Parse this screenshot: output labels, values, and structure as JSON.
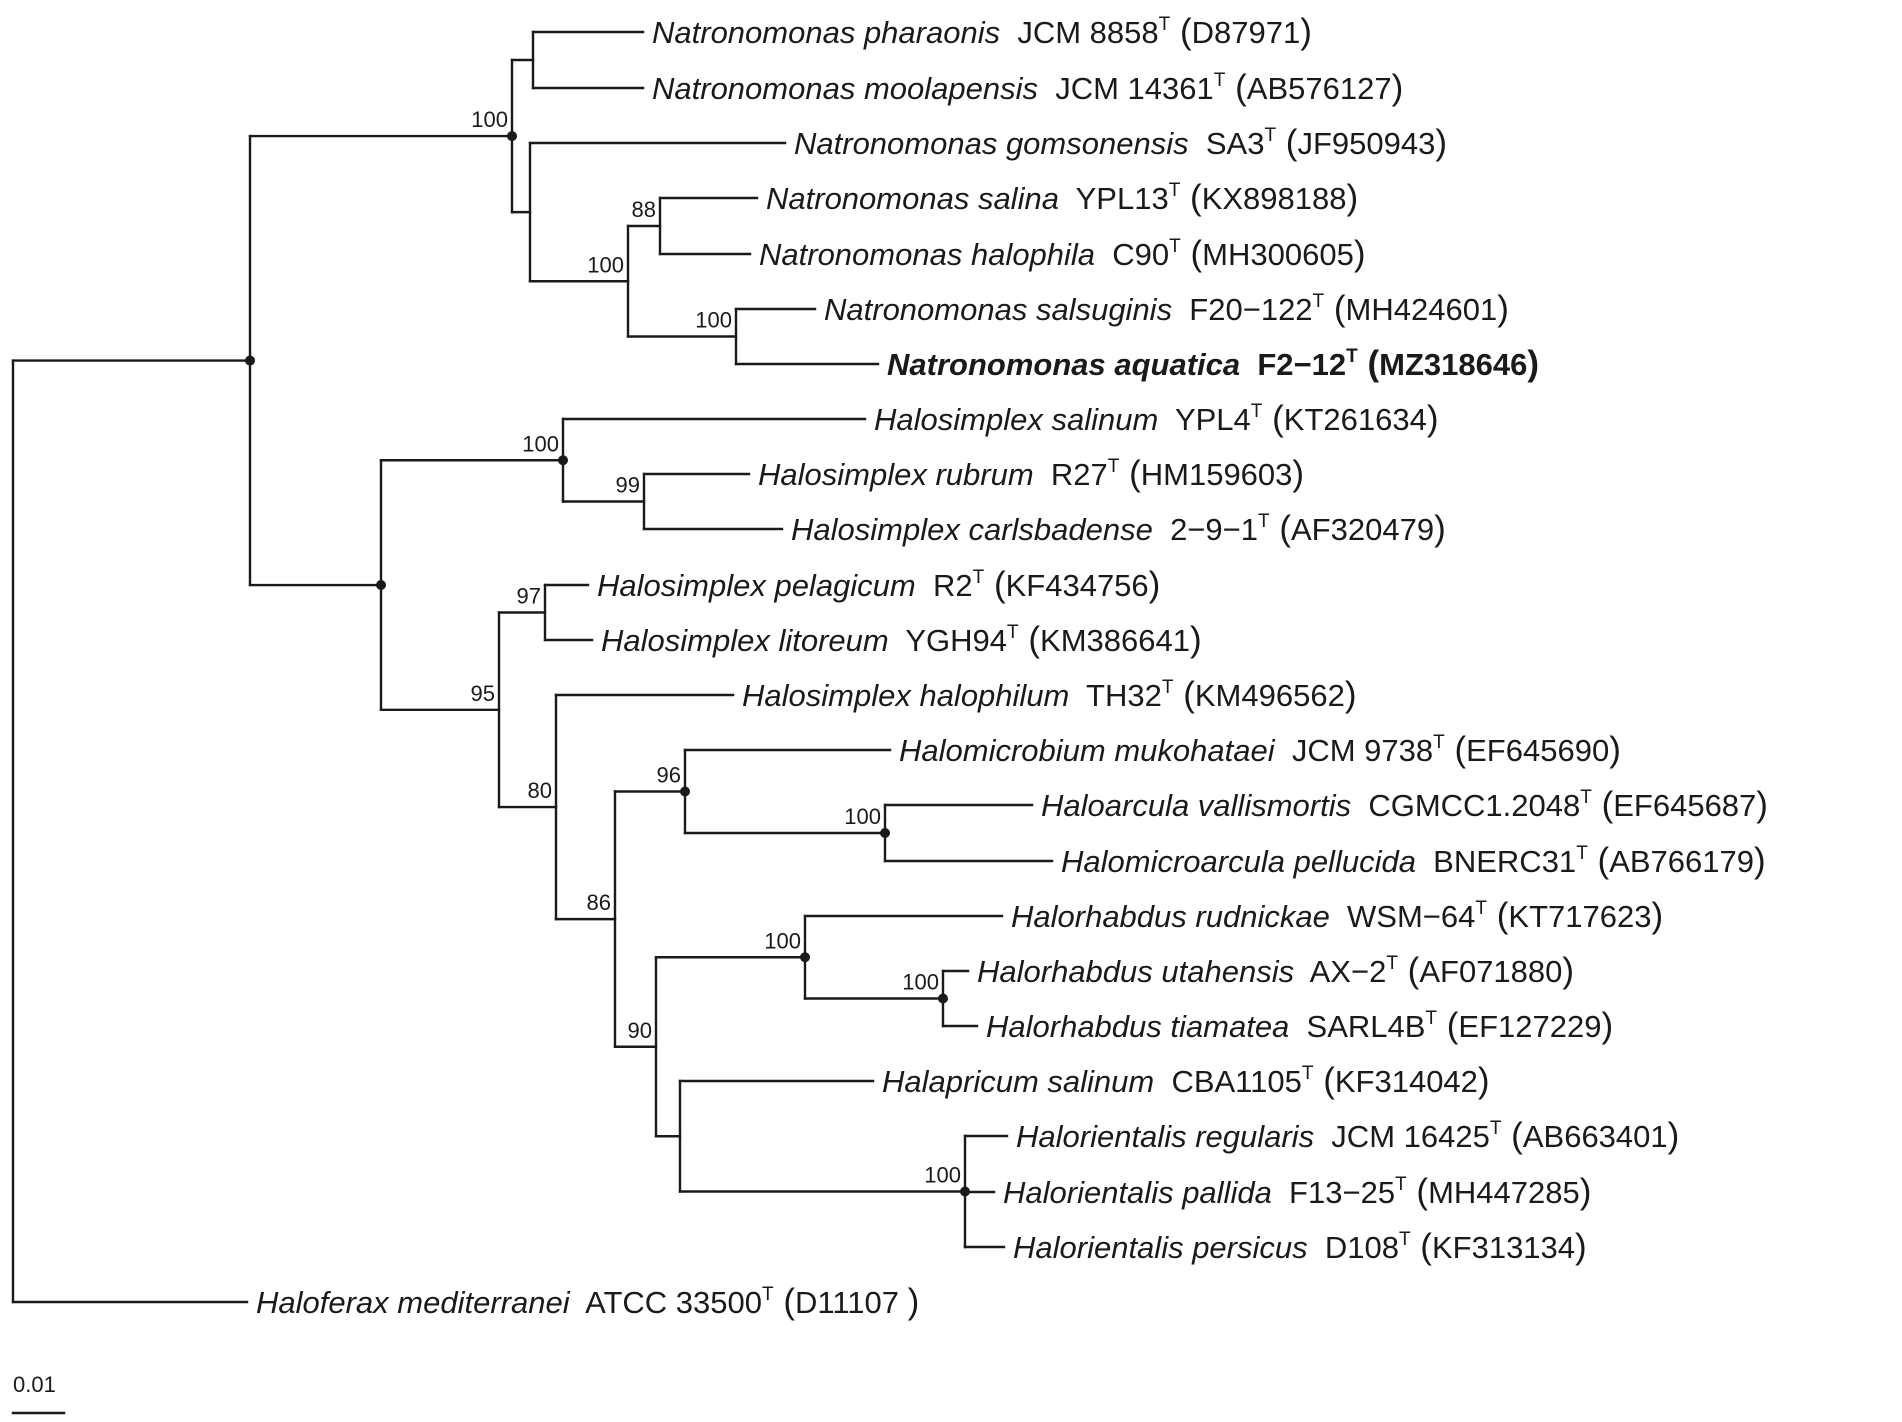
{
  "taxa": [
    {
      "id": "t1",
      "genus": "Natronomonas",
      "species": "pharaonis",
      "strain": "JCM 8858",
      "type_mark": "T",
      "accession": "D87971"
    },
    {
      "id": "t2",
      "genus": "Natronomonas",
      "species": "moolapensis",
      "strain": "JCM 14361",
      "type_mark": "T",
      "accession": "AB576127"
    },
    {
      "id": "t3",
      "genus": "Natronomonas",
      "species": "gomsonensis",
      "strain": "SA3",
      "type_mark": "T",
      "accession": "JF950943"
    },
    {
      "id": "t4",
      "genus": "Natronomonas",
      "species": "salina",
      "strain": "YPL13",
      "type_mark": "T",
      "accession": "KX898188"
    },
    {
      "id": "t5",
      "genus": "Natronomonas",
      "species": "halophila",
      "strain": "C90",
      "type_mark": "T",
      "accession": "MH300605"
    },
    {
      "id": "t6",
      "genus": "Natronomonas",
      "species": "salsuginis",
      "strain": "F20−122",
      "type_mark": "T",
      "accession": "MH424601"
    },
    {
      "id": "t7",
      "genus": "Natronomonas",
      "species": "aquatica",
      "strain": "F2−12",
      "type_mark": "T",
      "accession": "MZ318646",
      "bold": true
    },
    {
      "id": "t8",
      "genus": "Halosimplex",
      "species": "salinum",
      "strain": "YPL4",
      "type_mark": "T",
      "accession": "KT261634"
    },
    {
      "id": "t9",
      "genus": "Halosimplex",
      "species": "rubrum",
      "strain": "R27",
      "type_mark": "T",
      "accession": "HM159603"
    },
    {
      "id": "t10",
      "genus": "Halosimplex",
      "species": "carlsbadense",
      "strain": "2−9−1",
      "type_mark": "T",
      "accession": "AF320479"
    },
    {
      "id": "t11",
      "genus": "Halosimplex",
      "species": "pelagicum",
      "strain": "R2",
      "type_mark": "T",
      "accession": "KF434756"
    },
    {
      "id": "t12",
      "genus": "Halosimplex",
      "species": "litoreum",
      "strain": "YGH94",
      "type_mark": "T",
      "accession": "KM386641"
    },
    {
      "id": "t13",
      "genus": "Halosimplex",
      "species": "halophilum",
      "strain": "TH32",
      "type_mark": "T",
      "accession": "KM496562"
    },
    {
      "id": "t14",
      "genus": "Halomicrobium",
      "species": "mukohataei",
      "strain": "JCM 9738",
      "type_mark": "T",
      "accession": "EF645690"
    },
    {
      "id": "t15",
      "genus": "Haloarcula",
      "species": "vallismortis",
      "strain": "CGMCC1.2048",
      "type_mark": "T",
      "accession": "EF645687"
    },
    {
      "id": "t16",
      "genus": "Halomicroarcula",
      "species": "pellucida",
      "strain": "BNERC31",
      "type_mark": "T",
      "accession": "AB766179"
    },
    {
      "id": "t17",
      "genus": "Halorhabdus",
      "species": "rudnickae",
      "strain": "WSM−64",
      "type_mark": "T",
      "accession": "KT717623"
    },
    {
      "id": "t18",
      "genus": "Halorhabdus",
      "species": "utahensis",
      "strain": "AX−2",
      "type_mark": "T",
      "accession": "AF071880"
    },
    {
      "id": "t19",
      "genus": "Halorhabdus",
      "species": "tiamatea",
      "strain": "SARL4B",
      "type_mark": "T",
      "accession": "EF127229"
    },
    {
      "id": "t20",
      "genus": "Halapricum",
      "species": "salinum",
      "strain": "CBA1105",
      "type_mark": "T",
      "accession": "KF314042"
    },
    {
      "id": "t21",
      "genus": "Halorientalis",
      "species": "regularis",
      "strain": "JCM 16425",
      "type_mark": "T",
      "accession": "AB663401"
    },
    {
      "id": "t22",
      "genus": "Halorientalis",
      "species": "pallida",
      "strain": "F13−25",
      "type_mark": "T",
      "accession": "MH447285"
    },
    {
      "id": "t23",
      "genus": "Halorientalis",
      "species": "persicus",
      "strain": "D108",
      "type_mark": "T",
      "accession": "KF313134"
    },
    {
      "id": "t24",
      "genus": "Haloferax",
      "species": "mediterranei",
      "strain": "ATCC 33500",
      "type_mark": "T",
      "accession": "D11107",
      "accession_trailing_space": true
    }
  ],
  "bootstrap_values": [
    "100",
    "88",
    "100",
    "100",
    "100",
    "99",
    "97",
    "95",
    "80",
    "96",
    "100",
    "86",
    "100",
    "100",
    "90",
    "100"
  ],
  "scale_bar": {
    "label": "0.01"
  },
  "colors": {
    "line": "#1a1a1a",
    "background": "#ffffff"
  }
}
